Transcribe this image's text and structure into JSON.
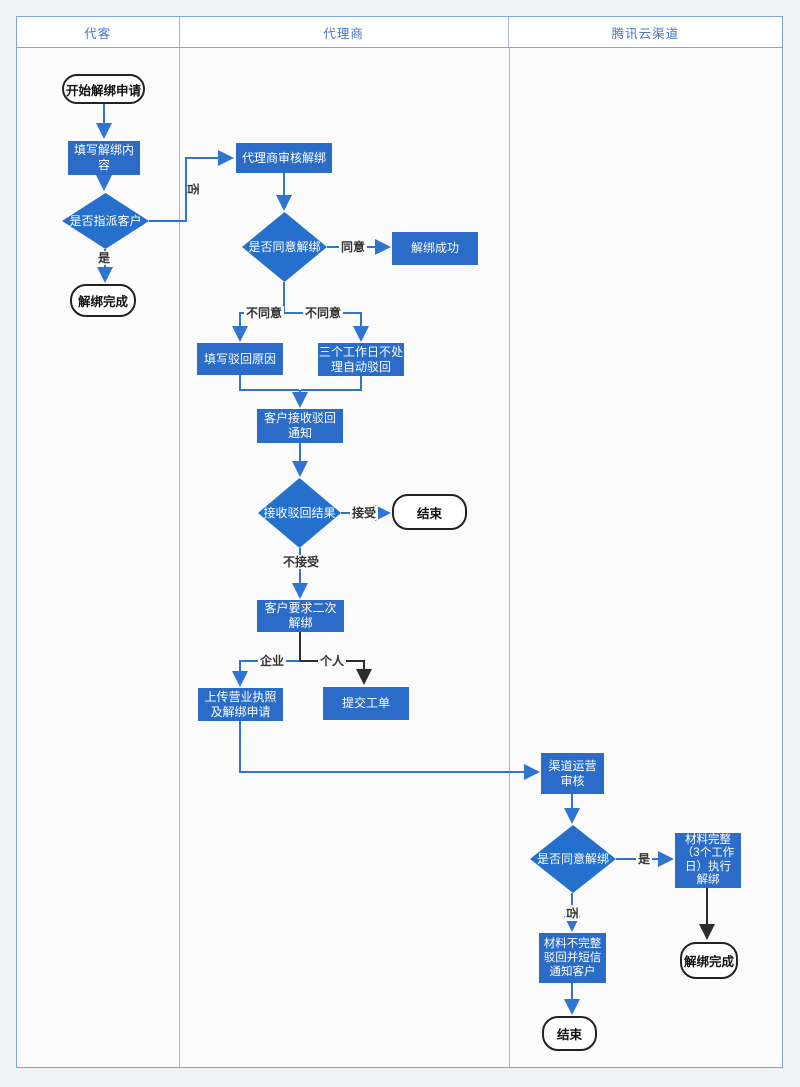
{
  "lanes": [
    {
      "label": "代客"
    },
    {
      "label": "代理商"
    },
    {
      "label": "腾讯云渠道"
    }
  ],
  "nodes": [
    {
      "id": "start-unbind-request",
      "type": "terminator",
      "label": "开始解绑申请"
    },
    {
      "id": "fill-unbind-content",
      "type": "process",
      "label": "填写解绑内\n容"
    },
    {
      "id": "assign-customer",
      "type": "decision",
      "label": "是否指派客户"
    },
    {
      "id": "unbind-done-agent-side",
      "type": "terminator",
      "label": "解绑完成"
    },
    {
      "id": "agent-review-unbind",
      "type": "process",
      "label": "代理商审核解绑"
    },
    {
      "id": "agree-unbind-1",
      "type": "decision",
      "label": "是否同意解绑"
    },
    {
      "id": "unbind-success",
      "type": "process",
      "label": "解绑成功"
    },
    {
      "id": "fill-reject-reason",
      "type": "process",
      "label": "填写驳回原因"
    },
    {
      "id": "auto-reject-3-days",
      "type": "process",
      "label": "三个工作日不处\n理自动驳回"
    },
    {
      "id": "customer-receive-reject-notice",
      "type": "process",
      "label": "客户接收驳回\n通知"
    },
    {
      "id": "receive-reject-result",
      "type": "decision",
      "label": "接收驳回结果"
    },
    {
      "id": "end-1",
      "type": "terminator",
      "label": "结束"
    },
    {
      "id": "customer-second-unbind",
      "type": "process",
      "label": "客户要求二次\n解绑"
    },
    {
      "id": "upload-business-license",
      "type": "process",
      "label": "上传营业执照\n及解绑申请"
    },
    {
      "id": "submit-ticket",
      "type": "process",
      "label": "提交工单"
    },
    {
      "id": "channel-ops-review",
      "type": "process",
      "label": "渠道运营\n审核"
    },
    {
      "id": "agree-unbind-2",
      "type": "decision",
      "label": "是否同意解绑"
    },
    {
      "id": "materials-complete-execute",
      "type": "process",
      "label": "材料完整\n（3个工作\n日）执行\n解绑"
    },
    {
      "id": "materials-incomplete-reject",
      "type": "process",
      "label": "材料不完整\n驳回并短信\n通知客户"
    },
    {
      "id": "end-2",
      "type": "terminator",
      "label": "结束"
    },
    {
      "id": "unbind-done-channel-side",
      "type": "terminator",
      "label": "解绑完成"
    }
  ],
  "edge_labels": [
    {
      "text": "否"
    },
    {
      "text": "是"
    },
    {
      "text": "同意"
    },
    {
      "text": "不同意"
    },
    {
      "text": "不同意"
    },
    {
      "text": "接受"
    },
    {
      "text": "不接受"
    },
    {
      "text": "企业"
    },
    {
      "text": "个人"
    },
    {
      "text": "是"
    },
    {
      "text": "否"
    }
  ],
  "colors": {
    "shape_blue": "#2a6cc8",
    "line_blue": "#2e74d0",
    "line_dark": "#2d2d2d",
    "lane_border": "#7fa3db",
    "header_text": "#4677cd",
    "lane_body": "#fbfbfb"
  }
}
